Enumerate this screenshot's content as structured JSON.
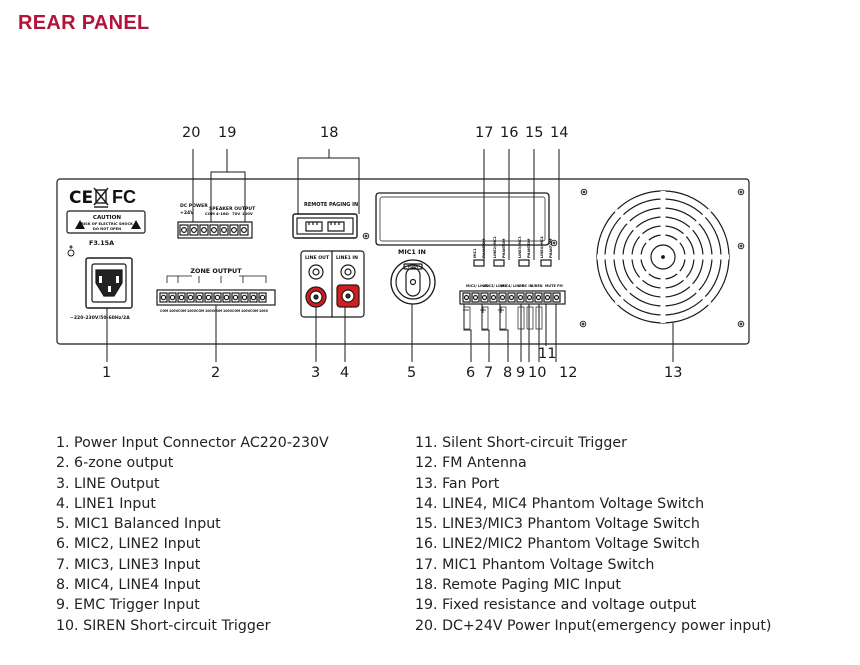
{
  "page": {
    "title": "REAR PANEL"
  },
  "colors": {
    "accent": "#b5123a",
    "rca_red": "#d51b1b",
    "line": "#1a1a1a"
  },
  "panel": {
    "marks": {
      "ce": "CE",
      "fc": "FC"
    },
    "caution": {
      "title": "CAUTION",
      "line1": "RISK OF ELECTRIC SHOCK",
      "line2": "DO NOT OPEN"
    },
    "fuse": "F3.15A",
    "power_rating": "~220-230V/50-60Hz/2A",
    "zone_output": "ZONE OUTPUT",
    "zone_terminals": [
      "COM",
      "100V",
      "COM",
      "100V",
      "COM",
      "100V",
      "COM",
      "100V",
      "COM",
      "100V",
      "COM",
      "100V"
    ],
    "dc_power": "DC POWER",
    "dc_voltage": "+24V",
    "speaker_output": "SPEAKER OUTPUT",
    "speaker_terminals": [
      "COM",
      "4-16Ω",
      "70V",
      "100V"
    ],
    "remote_paging": "REMOTE PAGING IN",
    "line_out": "LINE OUT",
    "line1_in": "LINE1 IN",
    "mic1_in": "MIC1 IN",
    "xlr_label": "PUSH",
    "phantom_switches": [
      {
        "top": "MIC1",
        "bottom": "PHANTOM"
      },
      {
        "top": "LINE2/MIC2",
        "bottom": "PHANTOM"
      },
      {
        "top": "LINE3/MIC3",
        "bottom": "PHANTOM"
      },
      {
        "top": "LINE4/MIC4",
        "bottom": "PHANTOM"
      }
    ],
    "trigger_labels": [
      "MIC2/ LINE2",
      "MIC3/ LINE3",
      "MIC4/ LINE4",
      "EMC IN",
      "SIREN",
      "MUTE",
      "FM"
    ]
  },
  "callouts": {
    "top": [
      "20",
      "19",
      "18",
      "17",
      "16",
      "15",
      "14"
    ],
    "bottom": [
      "1",
      "2",
      "3",
      "4",
      "5",
      "6",
      "7",
      "8",
      "9",
      "10",
      "11",
      "12",
      "13"
    ]
  },
  "legend_left": [
    "1. Power Input Connector AC220-230V",
    "2. 6-zone output",
    "3. LINE Output",
    "4. LINE1 Input",
    "5. MIC1 Balanced Input",
    "6. MIC2, LINE2 Input",
    "7. MIC3, LINE3 Input",
    "8. MIC4, LINE4 Input",
    "9. EMC Trigger Input",
    "10. SIREN Short-circuit Trigger"
  ],
  "legend_right": [
    "11. Silent Short-circuit Trigger",
    "12. FM Antenna",
    "13. Fan Port",
    "14. LINE4, MIC4 Phantom Voltage Switch",
    "15. LINE3/MIC3 Phantom Voltage Switch",
    "16. LINE2/MIC2 Phantom Voltage Switch",
    "17. MIC1 Phantom Voltage Switch",
    "18. Remote Paging MIC Input",
    "19. Fixed resistance and voltage output",
    "20. DC+24V Power Input(emergency power input)"
  ]
}
